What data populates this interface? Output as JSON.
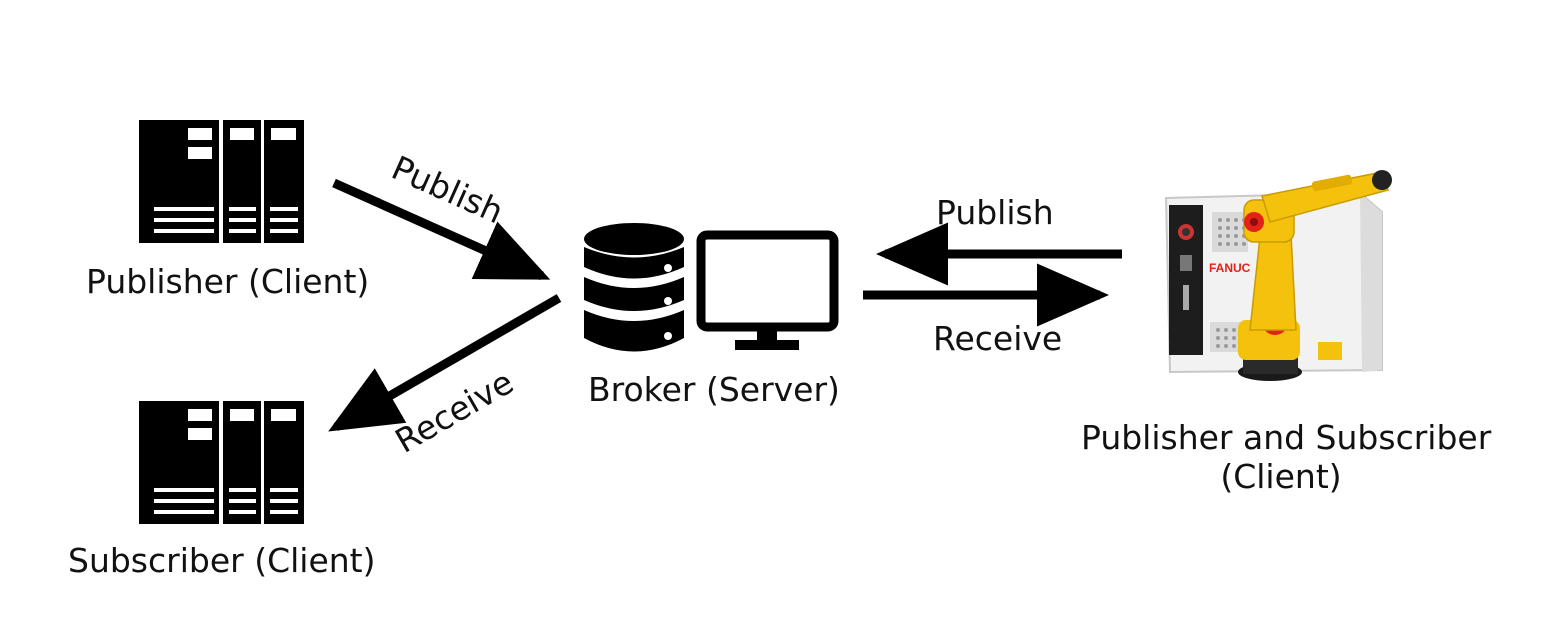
{
  "nodes": {
    "publisher": {
      "label": "Publisher (Client)",
      "icon": "file-cabinet-icon"
    },
    "subscriber": {
      "label": "Subscriber (Client)",
      "icon": "file-cabinet-icon"
    },
    "broker": {
      "label": "Broker (Server)",
      "icons": [
        "database-icon",
        "monitor-icon"
      ]
    },
    "robot": {
      "label_line1": "Publisher and Subscriber",
      "label_line2": "(Client)",
      "icon": "industrial-robot-icon",
      "brand_text": "FANUC"
    }
  },
  "edges": {
    "publisher_to_broker": "Publish",
    "broker_to_subscriber": "Receive",
    "robot_to_broker": "Publish",
    "broker_to_robot": "Receive"
  },
  "colors": {
    "ink": "#000000",
    "robot_yellow": "#f4c20d",
    "robot_red": "#e32118",
    "controller_white": "#f2f2f2"
  }
}
